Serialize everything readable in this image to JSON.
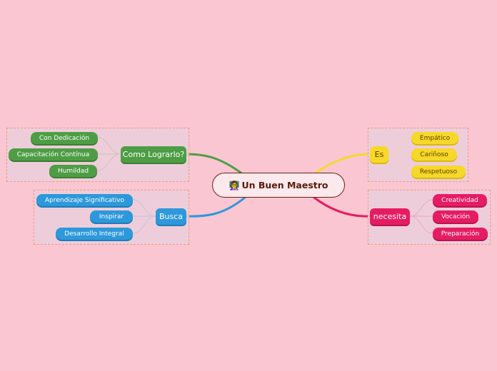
{
  "central": {
    "emoji": "👩‍🏫",
    "title": "Un Buen Maestro"
  },
  "branches": {
    "como": {
      "label": "Como Lograrlo?",
      "color": "#4e9d45",
      "items": [
        "Con Dedicación",
        "Capacitación Contínua",
        "Humildad"
      ]
    },
    "busca": {
      "label": "Busca",
      "color": "#2d98da",
      "items": [
        "Aprendizaje Significativo",
        "Inspirar",
        "Desarrollo Integral"
      ]
    },
    "es": {
      "label": "Es",
      "color": "#f7d82a",
      "items": [
        "Empático",
        "Cariñoso",
        "Respetuoso"
      ]
    },
    "necesita": {
      "label": "necesita",
      "color": "#e61c63",
      "items": [
        "Creatividad",
        "Vocación",
        "Preparación"
      ]
    }
  }
}
